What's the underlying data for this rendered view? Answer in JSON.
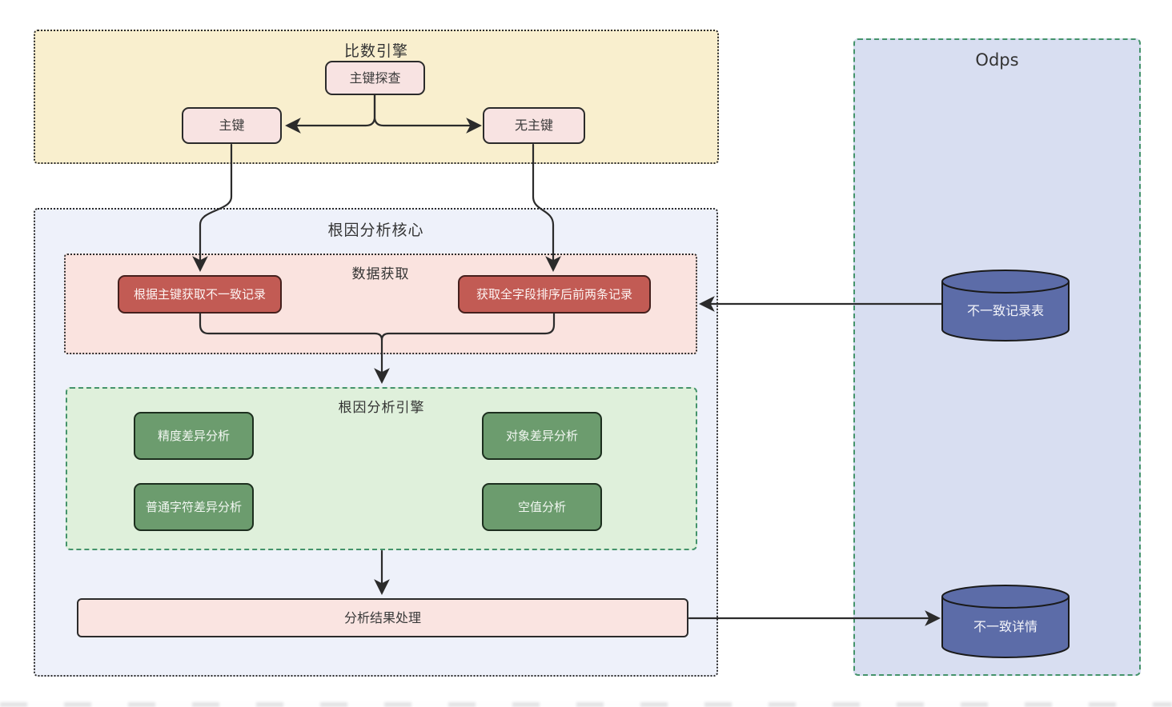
{
  "engine": {
    "title": "比数引擎",
    "probe": "主键探查",
    "pk": "主键",
    "no_pk": "无主键"
  },
  "core": {
    "title": "根因分析核心",
    "data_fetch": {
      "title": "数据获取",
      "by_pk": "根据主键获取不一致记录",
      "sorted": "获取全字段排序后前两条记录"
    },
    "analysis": {
      "title": "根因分析引擎",
      "precision": "精度差异分析",
      "object": "对象差异分析",
      "chars": "普通字符差异分析",
      "nulls": "空值分析"
    },
    "result": "分析结果处理"
  },
  "odps": {
    "title": "Odps",
    "records_table": "不一致记录表",
    "details_table": "不一致详情"
  },
  "colors": {
    "engine_panel": "#F9EFCE",
    "core_panel": "#EEF1FA",
    "data_fetch_panel": "#FAE3DF",
    "analysis_panel": "#DFF0DB",
    "odps_panel": "#D8DEF1",
    "pink_node": "#F8E3E2",
    "red_node": "#C25B54",
    "green_node": "#6C9C6E",
    "result_node": "#FAE4E1",
    "cylinder": "#5C6CA8",
    "green_border": "#44936B",
    "line": "#2b2b2b"
  }
}
